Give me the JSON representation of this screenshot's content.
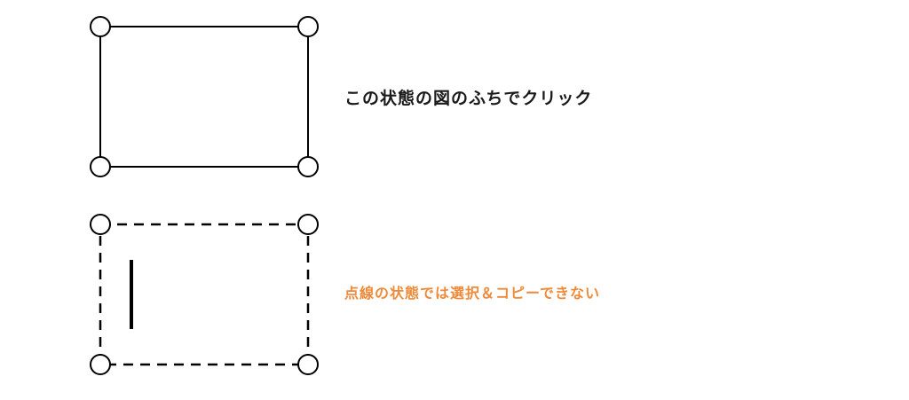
{
  "instructions": {
    "selected_state": {
      "text": "この状態の図のふちでクリック",
      "color": "#1a1a1a"
    },
    "editing_state": {
      "text": "点線の状態では選択＆コピーできない",
      "color": "#ee8a3a"
    }
  },
  "figures": {
    "selected_box": {
      "border_style": "solid",
      "stroke_color": "#000000"
    },
    "editing_box": {
      "border_style": "dashed",
      "stroke_color": "#000000",
      "has_text_cursor": true
    }
  }
}
